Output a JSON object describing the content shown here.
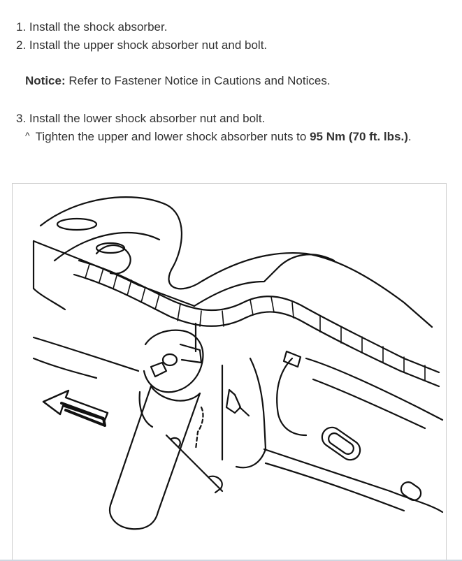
{
  "steps": [
    {
      "number": "1.",
      "text": "Install the shock absorber."
    },
    {
      "number": "2.",
      "text": "Install the upper shock absorber nut and bolt."
    },
    {
      "number": "3.",
      "text": "Install the lower shock absorber nut and bolt."
    }
  ],
  "notice": {
    "label": "Notice:",
    "text": "Refer to Fastener Notice in Cautions and Notices."
  },
  "substep": {
    "bullet": "^",
    "text_before": "Tighten the upper and lower shock absorber nuts to",
    "torque": "95 Nm (70 ft. lbs.)",
    "text_after": "."
  },
  "colors": {
    "text": "#333333",
    "figure_border": "#cfcfcf",
    "line_art": "#111111"
  },
  "figure": {
    "icon": "shock-absorber-installation-line-drawing"
  }
}
